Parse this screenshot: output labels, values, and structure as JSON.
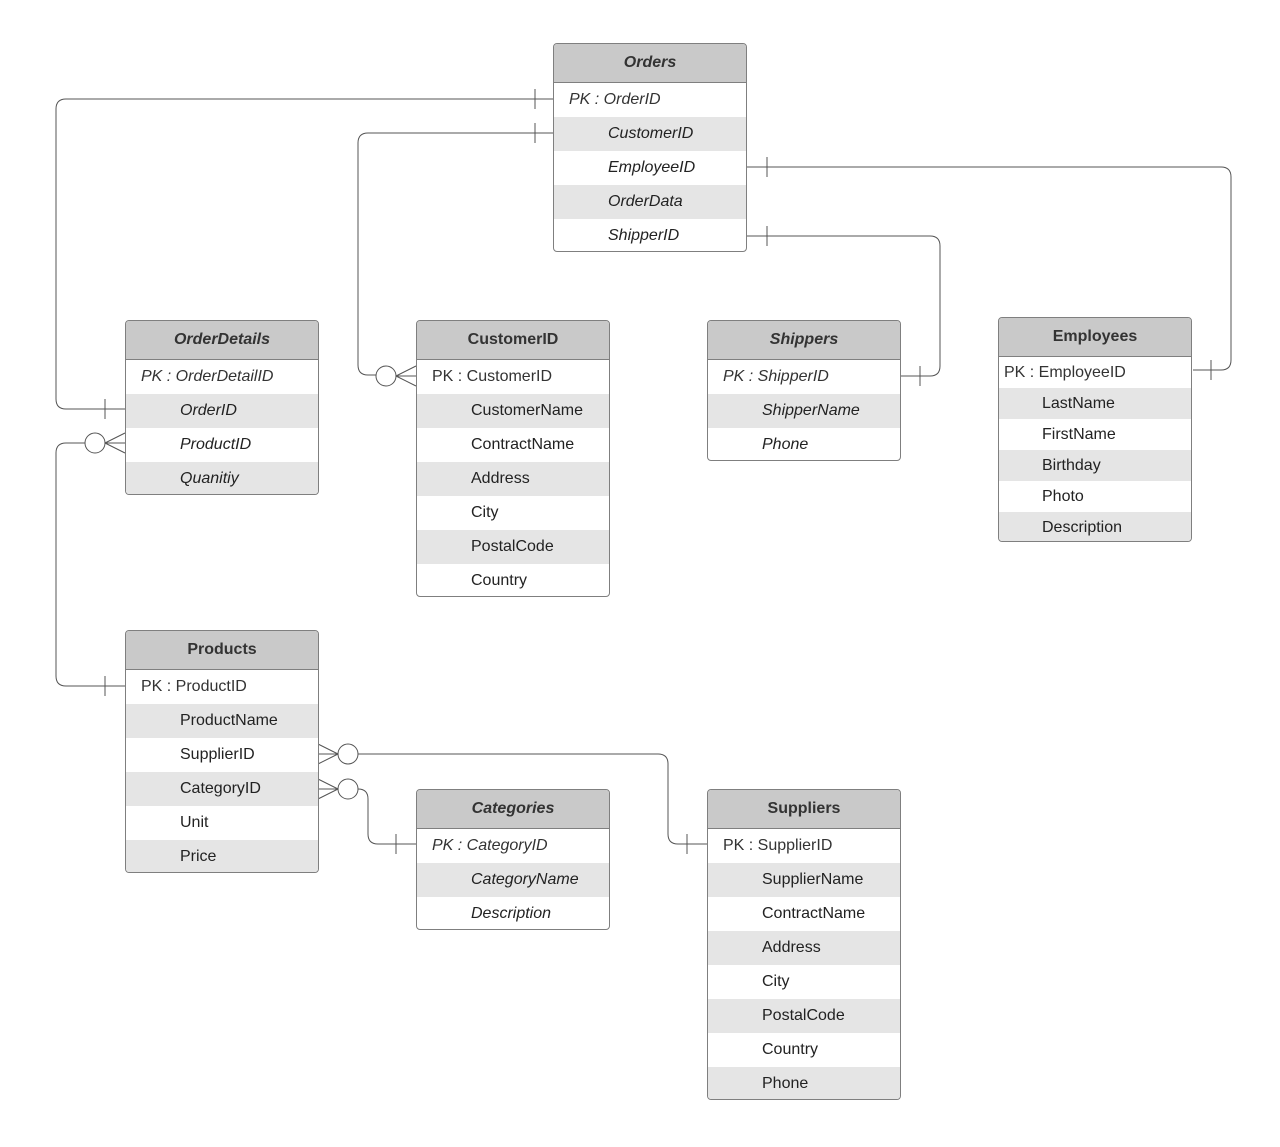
{
  "entities": {
    "orders": {
      "title": "Orders",
      "fields": [
        "PK : OrderID",
        "CustomerID",
        "EmployeeID",
        "OrderData",
        "ShipperID"
      ]
    },
    "order_details": {
      "title": "OrderDetails",
      "fields": [
        "PK : OrderDetailID",
        "OrderID",
        "ProductID",
        "Quanitiy"
      ]
    },
    "customers": {
      "title": "CustomerID",
      "fields": [
        "PK : CustomerID",
        "CustomerName",
        "ContractName",
        "Address",
        "City",
        "PostalCode",
        "Country"
      ]
    },
    "shippers": {
      "title": "Shippers",
      "fields": [
        "PK : ShipperID",
        "ShipperName",
        "Phone"
      ]
    },
    "employees": {
      "title": "Employees",
      "fields": [
        "PK : EmployeeID",
        "LastName",
        "FirstName",
        "Birthday",
        "Photo",
        "Description"
      ]
    },
    "products": {
      "title": "Products",
      "fields": [
        "PK : ProductID",
        "ProductName",
        "SupplierID",
        "CategoryID",
        "Unit",
        "Price"
      ]
    },
    "categories": {
      "title": "Categories",
      "fields": [
        "PK : CategoryID",
        "CategoryName",
        "Description"
      ]
    },
    "suppliers": {
      "title": "Suppliers",
      "fields": [
        "PK : SupplierID",
        "SupplierName",
        "ContractName",
        "Address",
        "City",
        "PostalCode",
        "Country",
        "Phone"
      ]
    }
  },
  "colors": {
    "header_fill": "#c9c9c9",
    "alt_row_fill": "#e5e5e5",
    "border": "#7f7f7f",
    "connector": "#555555"
  }
}
